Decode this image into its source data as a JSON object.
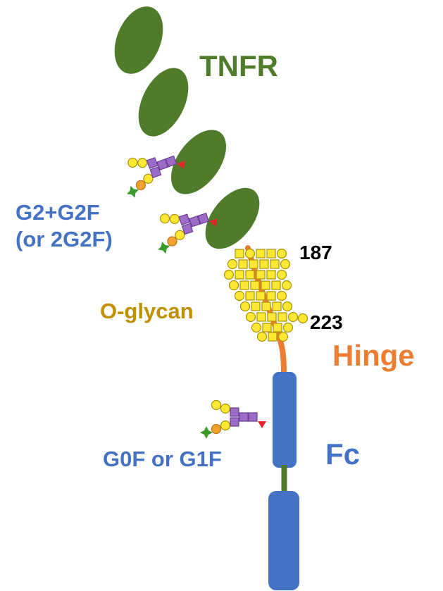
{
  "figure": {
    "description": "Fusion protein domain diagram with glycosylation annotations",
    "labels": {
      "tnfr": "TNFR",
      "n_glycan_tnfr_line1": "G2+G2F",
      "n_glycan_tnfr_line2": "(or 2G2F)",
      "o_glycan": "O-glycan",
      "site_187": "187",
      "site_223": "223",
      "hinge": "Hinge",
      "fc": "Fc",
      "n_glycan_fc": "G0F or G1F"
    },
    "colors": {
      "tnfr_green": "#4f7b2a",
      "fc_blue": "#4472c4",
      "hinge_orange": "#ed7d31",
      "o_glycan_gold": "#bf9000",
      "label_black": "#000000",
      "sugar_yellow": "#ffe833",
      "sugar_yellow_stroke": "#a89305",
      "sugar_purple": "#9e6bc9",
      "sugar_purple_stroke": "#6a3f93",
      "sugar_orange": "#f2a12e",
      "sugar_orange_stroke": "#b97413",
      "sugar_green": "#3a9b28",
      "sugar_red": "#e8262a",
      "connector_green": "#4f7b2a",
      "bg": "#ffffff"
    }
  }
}
